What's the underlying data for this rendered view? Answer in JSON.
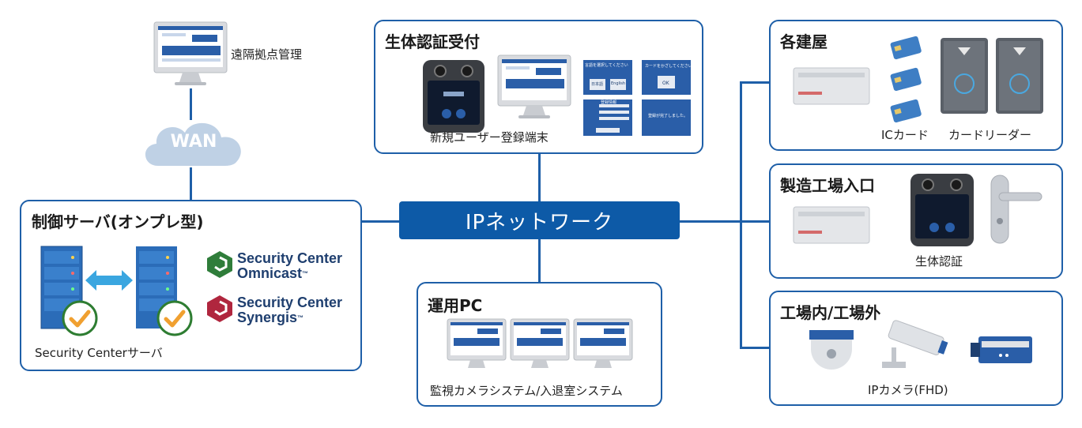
{
  "remote": {
    "label": "遠隔拠点管理"
  },
  "wan": {
    "label": "WAN"
  },
  "network": {
    "label": "IPネットワーク"
  },
  "onprem": {
    "title": "制御サーバ(オンプレ型)",
    "server_caption": "Security Centerサーバ",
    "brands": [
      {
        "line1": "Security Center",
        "line2": "Omnicast",
        "mark": "™",
        "color": "#2f7d3a"
      },
      {
        "line1": "Security Center",
        "line2": "Synergis",
        "mark": "™",
        "color": "#b0263e"
      }
    ]
  },
  "biometric_reception": {
    "title": "生体認証受付",
    "caption": "新規ユーザー登録端末",
    "screens": [
      {
        "text": "言語を選択してください",
        "buttons": [
          "日本語",
          "English"
        ]
      },
      {
        "text": "カードをかざしてください",
        "buttons": [
          "OK"
        ]
      },
      {
        "text": "登録情報",
        "buttons": []
      },
      {
        "text": "登録が完了しました。",
        "buttons": []
      }
    ]
  },
  "buildings": {
    "title": "各建屋",
    "card_caption": "ICカード",
    "reader_caption": "カードリーダー"
  },
  "factory_entrance": {
    "title": "製造工場入口",
    "caption": "生体認証"
  },
  "operation_pc": {
    "title": "運用PC",
    "caption": "監視カメラシステム/入退室システム"
  },
  "factory_cameras": {
    "title": "工場内/工場外",
    "caption": "IPカメラ(FHD)"
  },
  "colors": {
    "primary": "#0d5aa7",
    "border": "#1e5fa8",
    "check": "#f0a030"
  }
}
